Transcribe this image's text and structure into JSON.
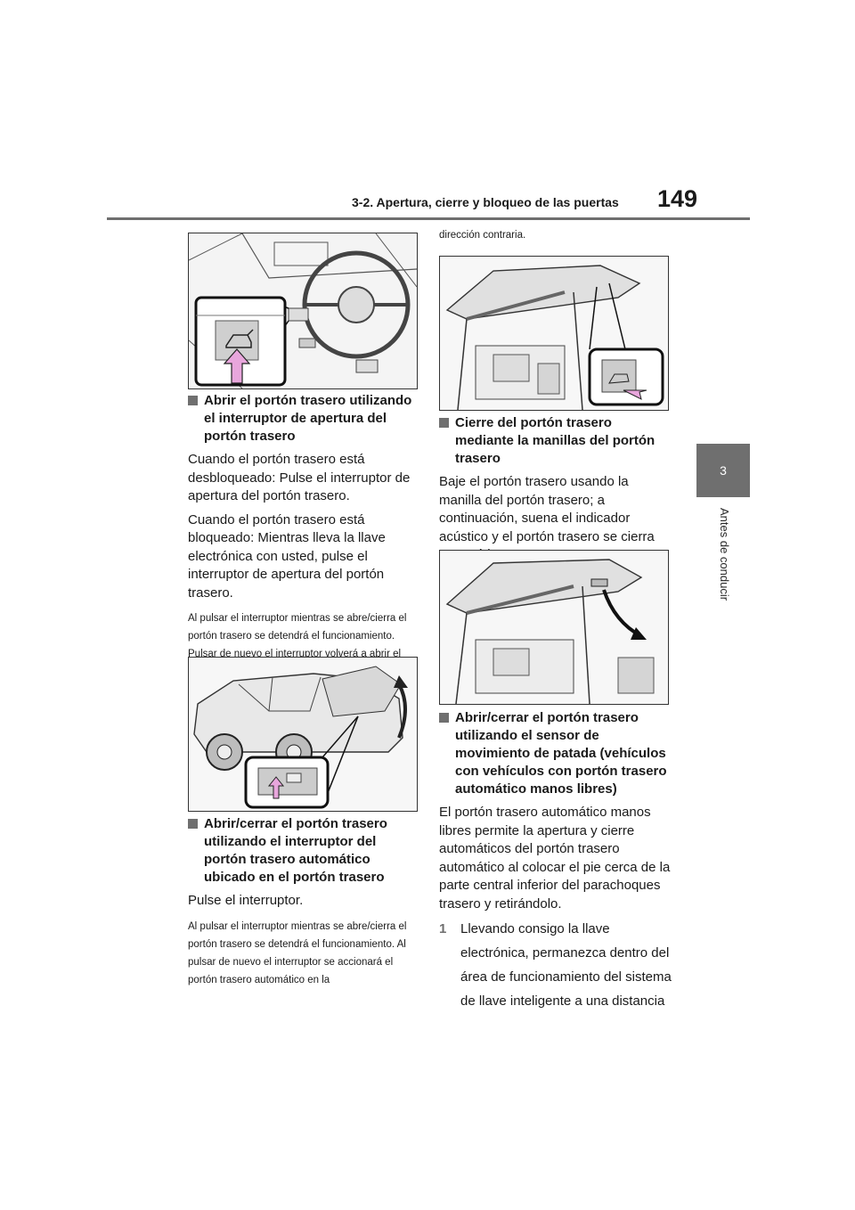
{
  "header": {
    "section_title": "3-2. Apertura, cierre y bloqueo de las puertas",
    "page_number": "149",
    "chapter_number": "3",
    "chapter_label": "Antes de conducir"
  },
  "left_column": {
    "section1": {
      "heading": "Abrir el portón trasero utilizando el interruptor de apertura del portón trasero",
      "para1": "Cuando el portón trasero está desbloqueado: Pulse el interruptor de apertura del portón trasero.",
      "para2": "Cuando el portón trasero está bloqueado: Mientras lleva la llave electrónica con usted, pulse el interruptor de apertura del portón trasero.",
      "note": "Al pulsar el interruptor mientras se abre/cierra el portón trasero se detendrá el funcionamiento. Pulsar de nuevo el interruptor volverá a abrir el portón trasero."
    },
    "section2": {
      "heading": "Abrir/cerrar el portón trasero utilizando el interruptor del portón trasero automático ubicado en el portón trasero",
      "para1": "Pulse el interruptor.",
      "note": "Al pulsar el interruptor mientras se abre/cierra el portón trasero se detendrá el funcionamiento. Al pulsar de nuevo el interruptor se accionará el portón trasero automático en la"
    }
  },
  "right_column": {
    "continuation": "dirección contraria.",
    "section3": {
      "heading": "Cierre del portón trasero mediante la manillas del portón trasero",
      "para1": "Baje el portón trasero usando la manilla del portón trasero; a continuación, suena el indicador acústico y el portón trasero se cierra automáticamente."
    },
    "section4": {
      "heading": "Abrir/cerrar el portón trasero utilizando el sensor de movimiento de patada (vehículos con vehículos con portón trasero automático manos libres)",
      "para1": "El portón trasero automático manos libres permite la apertura y cierre automáticos del portón trasero automático al colocar el pie cerca de la parte central inferior del parachoques trasero y retirándolo.",
      "step_number": "1",
      "step_text": "Llevando consigo la llave electrónica, permanezca dentro del área de funcionamiento del sistema de llave inteligente a una distancia"
    }
  },
  "colors": {
    "accent_gray": "#6f6f6f",
    "arrow_pink": "#e8a6dc"
  }
}
